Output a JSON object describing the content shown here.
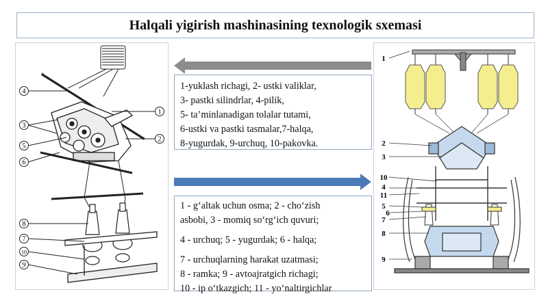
{
  "title": "Halqali yigirish mashinasining texnologik sxemasi",
  "box_top_lines": [
    "1-yuklash richagi,  2- ustki valiklar,",
    "3- pastki silindrlar, 4-pilik,",
    "5- ta’minlanadigan tolalar tutami,",
    "6-ustki va pastki tasmalar,7-halqa,",
    "8-yugurdak, 9-urchuq, 10-pakovka."
  ],
  "box_bottom_lines": [
    "1 - g‘altak uchun osma; 2 - cho‘zish",
    "asbobi, 3 - momiq so‘rg‘ich quvuri;",
    "4 - urchuq; 5 - yugurdak; 6 - halqa;",
    "7 - urchuqlarning harakat uzatmasi;",
    "8 - ramka; 9 - avtoajratgich richagi;",
    "10 - ip o‘tkazgich; 11 - yo‘naltirgichlar"
  ],
  "left_callouts": [
    "4",
    "1",
    "3",
    "2",
    "5",
    "6",
    "8",
    "7",
    "10",
    "9"
  ],
  "right_callouts": [
    "1",
    "2",
    "3",
    "10",
    "4",
    "11",
    "5",
    "6",
    "7",
    "8",
    "9"
  ],
  "colors": {
    "arrow_gray": "#8c8c8c",
    "arrow_blue": "#4a7ab8",
    "bobbin_yellow": "#f5ee8f",
    "frame_blue": "#c5d9ee"
  }
}
